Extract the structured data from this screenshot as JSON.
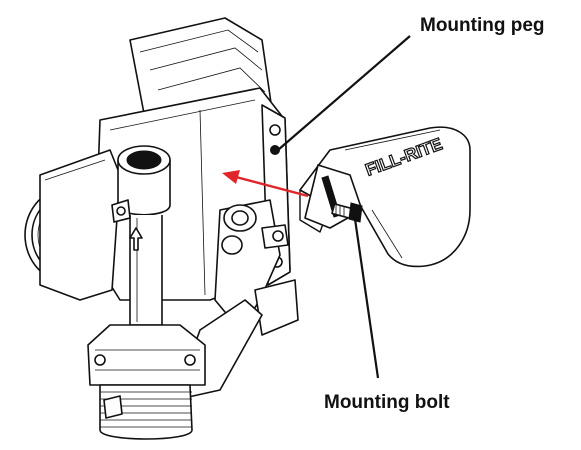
{
  "callouts": {
    "mounting_peg": "Mounting peg",
    "mounting_bolt": "Mounting bolt"
  },
  "embossed_text": "FILL-RITE",
  "colors": {
    "arrow": "#e0262b",
    "ink": "#111111",
    "background": "#ffffff"
  }
}
